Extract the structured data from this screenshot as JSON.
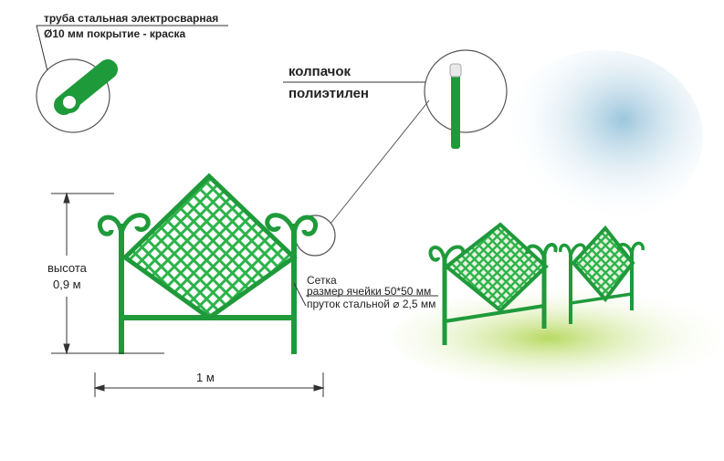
{
  "pipe_label": {
    "line1": "труба стальная электросварная",
    "line2": "Ø10 мм покрытие - краска"
  },
  "cap_label": {
    "line1": "колпачок",
    "line2": "полиэтилен"
  },
  "mesh_label": {
    "line1": "Сетка",
    "line2": "размер ячейки 50*50 мм",
    "line3": "пруток стальной  ⌀ 2,5 мм"
  },
  "height_label": {
    "line1": "высота",
    "line2": "0,9 м"
  },
  "width_label": "1 м",
  "colors": {
    "green": "#1f9a3a",
    "mesh": "#2db34a",
    "sky": "#b7d7e6",
    "ground": "#b5d86a"
  }
}
